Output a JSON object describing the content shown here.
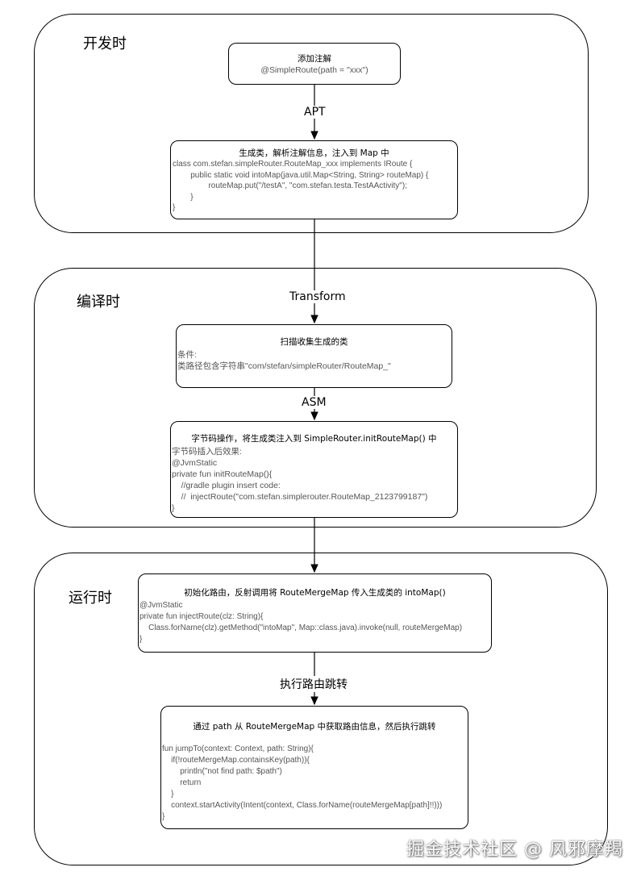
{
  "phases": {
    "dev": {
      "title": "开发时"
    },
    "compile": {
      "title": "编译时"
    },
    "runtime": {
      "title": "运行时"
    }
  },
  "boxes": {
    "annotate": {
      "title": "添加注解",
      "body": "@SimpleRoute(path = \"xxx\")"
    },
    "generate": {
      "title": "生成类，解析注解信息，注入到 Map 中",
      "body": "class com.stefan.simpleRouter.RouteMap_xxx implements IRoute {\n        public static void intoMap(java.util.Map<String, String> routeMap) {\n                routeMap.put(\"/testA\", \"com.stefan.testa.TestAActivity\");\n        }\n}"
    },
    "scan": {
      "title": "扫描收集生成的类",
      "body": "条件:\n类路径包含字符串\"com/stefan/simpleRouter/RouteMap_\""
    },
    "bytecode": {
      "title": "字节码操作，将生成类注入到 SimpleRouter.initRouteMap() 中",
      "body": "字节码插入后效果:\n@JvmStatic\nprivate fun initRouteMap(){\n    //gradle plugin insert code:\n    //  injectRoute(\"com.stefan.simplerouter.RouteMap_2123799187\")\n}"
    },
    "init": {
      "title": "初始化路由，反射调用将 RouteMergeMap 传入生成类的 intoMap()",
      "body": "@JvmStatic\nprivate fun injectRoute(clz: String){\n    Class.forName(clz).getMethod(\"intoMap\", Map::class.java).invoke(null, routeMergeMap)\n}"
    },
    "jump": {
      "title": "通过 path 从 RouteMergeMap 中获取路由信息，然后执行跳转",
      "body": "fun jumpTo(context: Context, path: String){\n    if(!routeMergeMap.containsKey(path)){\n        println(\"not find path: $path\")\n        return\n    }\n    context.startActivity(Intent(context, Class.forName(routeMergeMap[path]!!)))\n}"
    }
  },
  "labels": {
    "apt": "APT",
    "transform": "Transform",
    "asm": "ASM",
    "jump": "执行路由跳转"
  },
  "watermark": "掘金技术社区 @ 风邪摩羯"
}
